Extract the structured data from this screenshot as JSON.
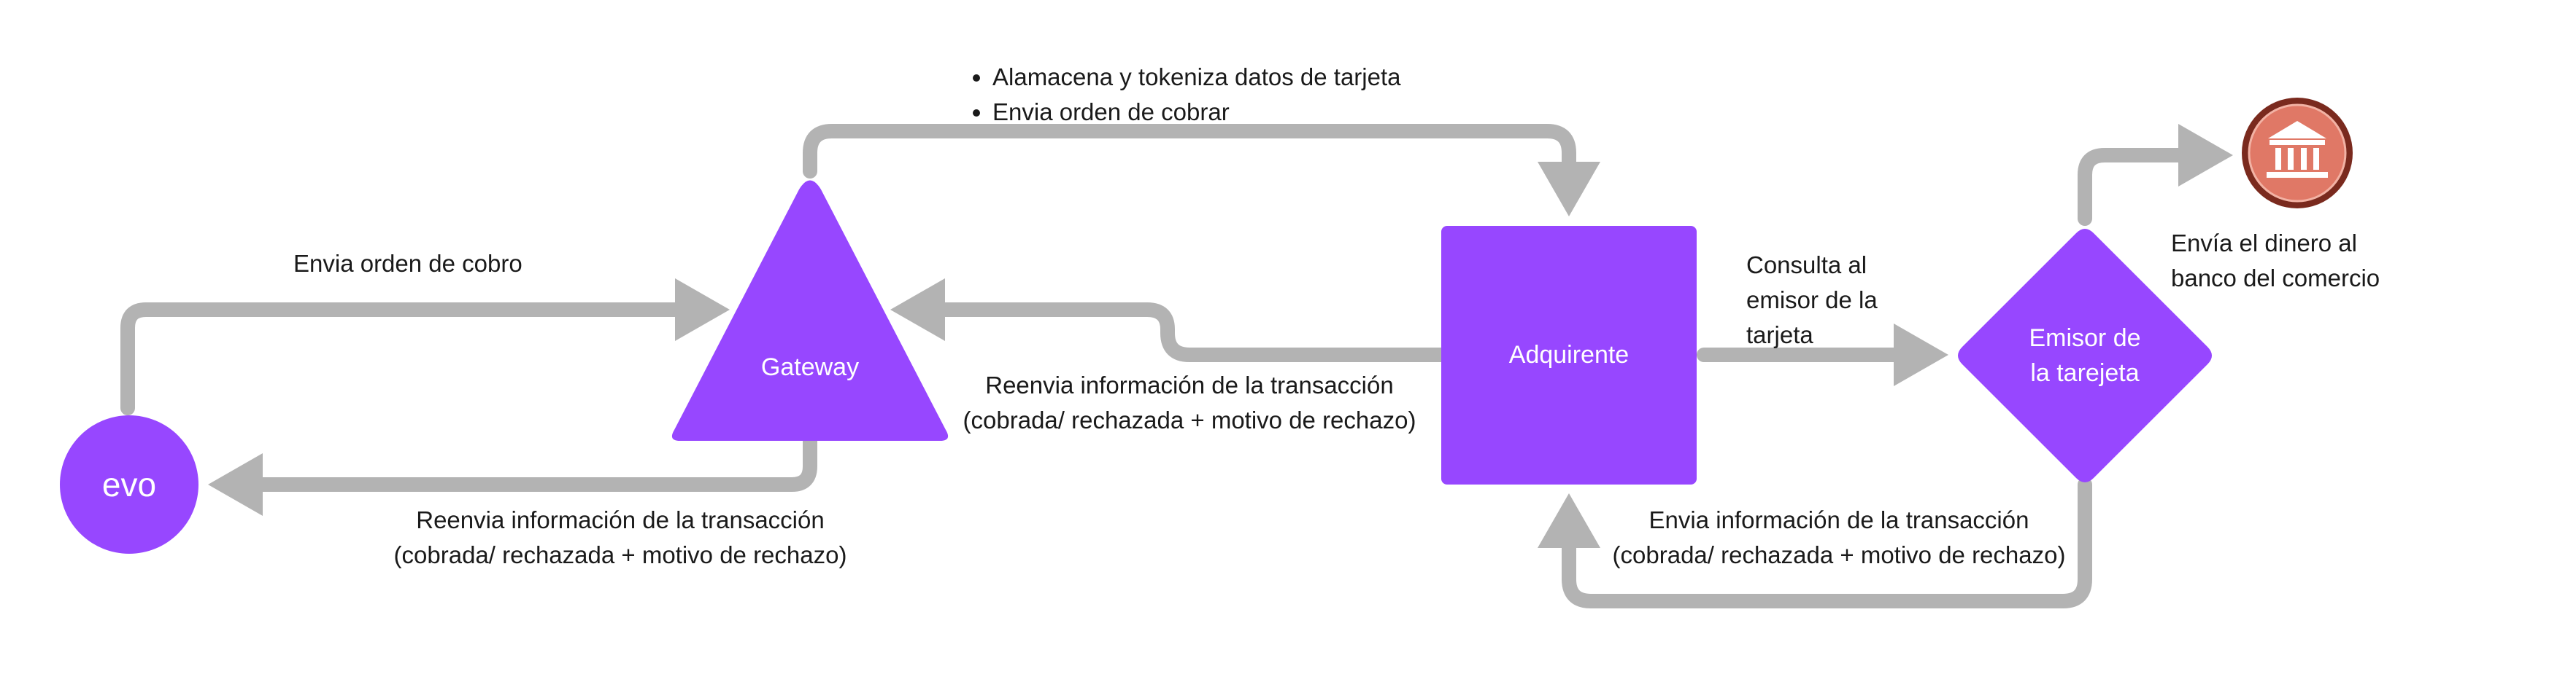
{
  "colors": {
    "node_fill": "#9747ff",
    "arrow": "#b3b3b3",
    "bank_ring": "#7a2a1e",
    "bank_fill": "#e07866",
    "text": "#1a1a1a"
  },
  "nodes": {
    "evo": "evo",
    "gateway": "Gateway",
    "adquirente": "Adquirente",
    "emisor": [
      "Emisor de",
      "la tarejeta"
    ],
    "bank_icon": "bank-icon"
  },
  "labels": {
    "evo_to_gateway": "Envia orden de cobro",
    "gateway_to_evo": [
      "Reenvia información de la transacción",
      "(cobrada/ rechazada + motivo de rechazo)"
    ],
    "gateway_to_adquirente": [
      "Alamacena y tokeniza datos de tarjeta",
      "Envia orden de cobrar"
    ],
    "adquirente_to_gateway": [
      "Reenvia información de la transacción",
      "(cobrada/ rechazada + motivo de rechazo)"
    ],
    "adquirente_to_emisor": [
      "Consulta al",
      "emisor de la",
      "tarjeta"
    ],
    "emisor_to_adquirente": [
      "Envia información de la transacción",
      "(cobrada/ rechazada + motivo de rechazo)"
    ],
    "emisor_to_bank": [
      "Envía el dinero al",
      "banco del comercio"
    ]
  }
}
